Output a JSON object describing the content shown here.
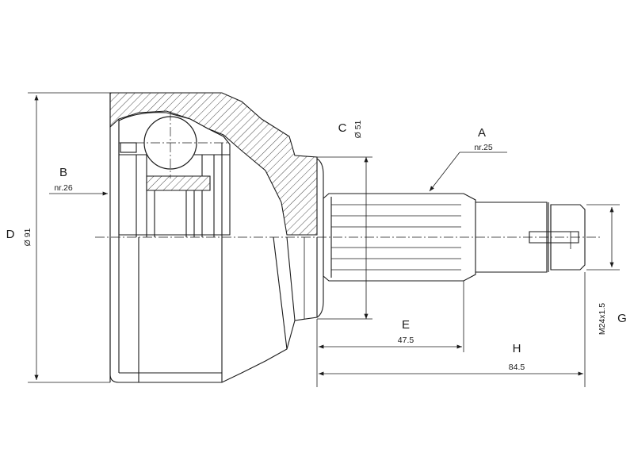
{
  "labels": {
    "A": {
      "letter": "A",
      "value": "nr.25"
    },
    "B": {
      "letter": "B",
      "value": "nr.26"
    },
    "C": {
      "letter": "C",
      "value": "Ø 51"
    },
    "D": {
      "letter": "D",
      "value": "Ø 91"
    },
    "E": {
      "letter": "E",
      "value": "47.5"
    },
    "G": {
      "letter": "G",
      "value": "M24x1.5"
    },
    "H": {
      "letter": "H",
      "value": "84.5"
    }
  }
}
